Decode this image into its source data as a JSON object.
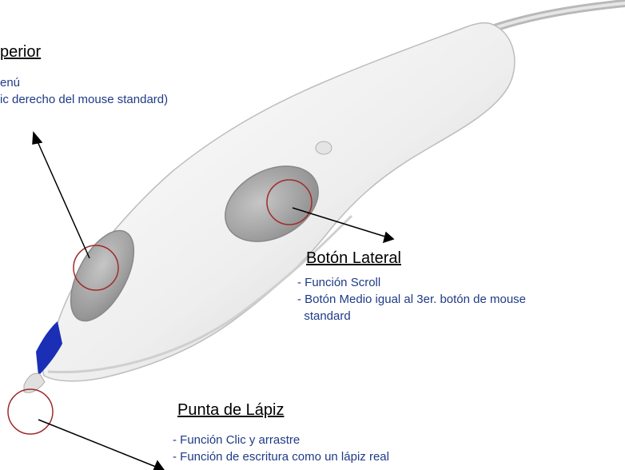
{
  "colors": {
    "heading": "#000000",
    "description": "#1f3b86",
    "callout_circle": "#a02b2b",
    "pen_body": "#f2f2f2",
    "pen_button": "#9c9c9c",
    "pen_tip_accent": "#1a2fb5"
  },
  "callouts": {
    "top": {
      "heading": "perior",
      "lines": [
        "enú",
        "ic derecho del mouse standard)"
      ]
    },
    "side": {
      "heading": "Botón Lateral",
      "lines": [
        "- Función Scroll",
        "- Botón Medio igual al 3er. botón de mouse",
        "  standard"
      ]
    },
    "tip": {
      "heading": "Punta de Lápiz",
      "lines": [
        "- Función Clic y arrastre",
        "- Función de escritura como un lápiz real"
      ]
    }
  }
}
